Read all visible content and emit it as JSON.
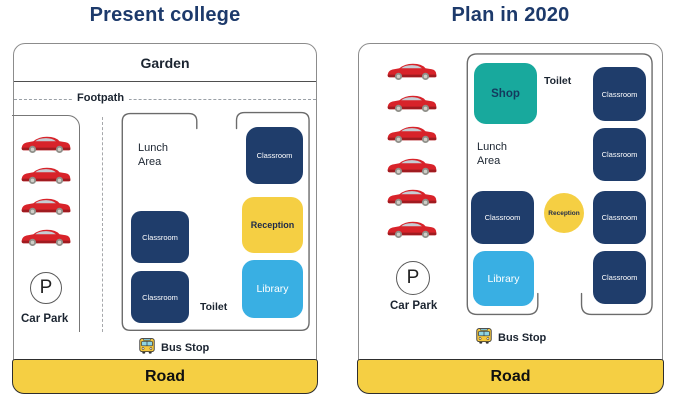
{
  "left": {
    "title": "Present college",
    "garden_label": "Garden",
    "footpath_label": "Footpath",
    "lunch_area_label": "Lunch Area",
    "toilet_label": "Toilet",
    "classroom_top_label": "Classroom",
    "classroom_mid_label": "Classroom",
    "classroom_bottom_label": "Classroom",
    "reception_label": "Reception",
    "library_label": "Library",
    "parking_symbol": "P",
    "car_park_label": "Car Park",
    "bus_stop_label": "Bus Stop",
    "road_label": "Road",
    "car_count": 4
  },
  "right": {
    "title": "Plan in 2020",
    "shop_label": "Shop",
    "toilet_label": "Toilet",
    "lunch_area_label": "Lunch Area",
    "classroom_labels": [
      "Classroom",
      "Classroom",
      "Classroom",
      "Classroom",
      "Classroom"
    ],
    "reception_label": "Reception",
    "library_label": "Library",
    "parking_symbol": "P",
    "car_park_label": "Car Park",
    "bus_stop_label": "Bus Stop",
    "road_label": "Road",
    "car_count": 6
  },
  "colors": {
    "title_navy": "#1d3a6b",
    "classroom_navy": "#1f3d6b",
    "reception_yellow": "#f5cf43",
    "library_blue": "#39afe3",
    "shop_teal": "#18a99d",
    "road_yellow": "#f5cf43",
    "car_red": "#d8232a",
    "outline_gray": "#6b6b6b"
  },
  "icons": {
    "car": "red-sports-car",
    "bus": "school-bus",
    "parking": "p-in-circle"
  }
}
